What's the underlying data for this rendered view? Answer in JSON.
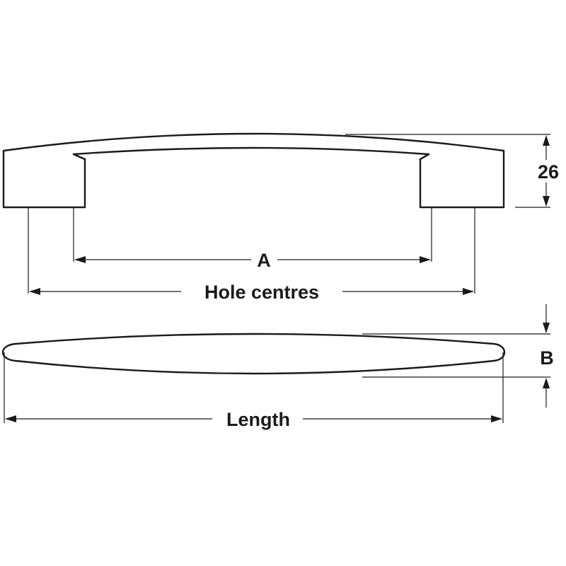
{
  "dimensions": {
    "height_value": "26",
    "a_label": "A",
    "hole_centres_label": "Hole centres",
    "b_label": "B",
    "length_label": "Length"
  }
}
